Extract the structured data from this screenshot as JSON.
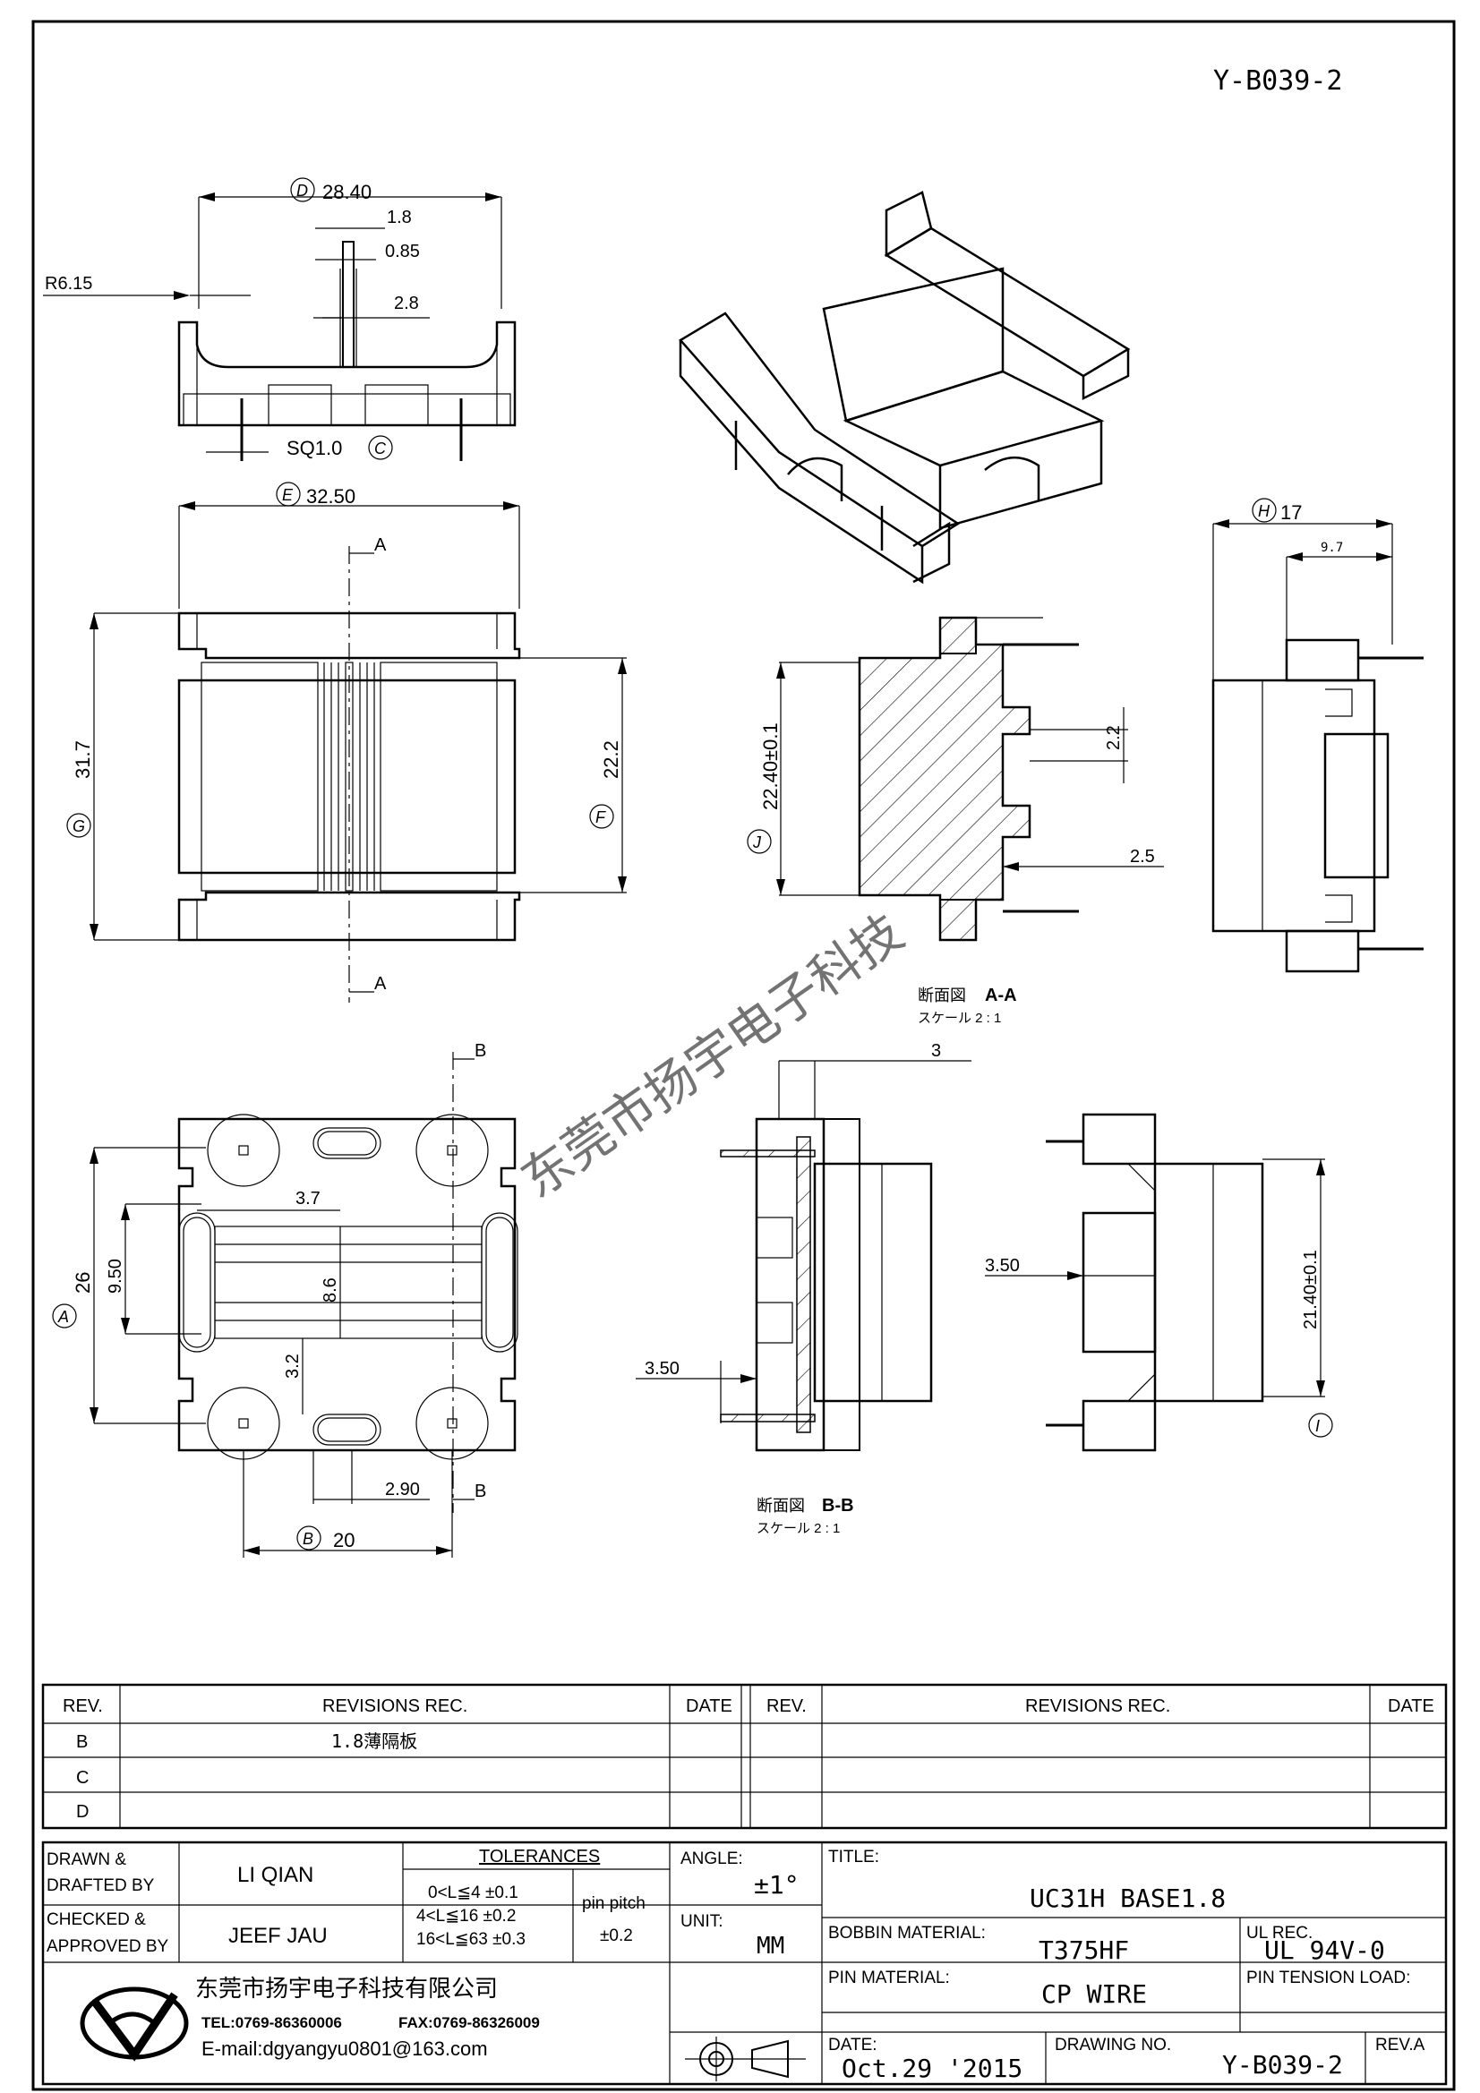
{
  "drawing_code": "Y-B039-2",
  "watermark": "东莞市扬宇电子科技",
  "views": {
    "top_view": {
      "dim_d_label": "D",
      "dim_d_value": "28.40",
      "dim_18": "1.8",
      "dim_085": "0.85",
      "dim_28": "2.8",
      "radius": "R6.15",
      "pin_sq_text": "SQ1.0",
      "pin_sq_label": "C"
    },
    "front_view": {
      "dim_e_label": "E",
      "dim_e_value": "32.50",
      "section_a_top": "A",
      "section_a_bottom": "A",
      "dim_g_label": "G",
      "dim_317": "31.7",
      "dim_f_label": "F",
      "dim_222": "22.2"
    },
    "side_view": {
      "dim_h_label": "H",
      "dim_h_value": "17",
      "dim_97": "9.7"
    },
    "section_aa": {
      "dim_j_label": "J",
      "dim_2240": "22.40±0.1",
      "dim_22": "2.2",
      "dim_25": "2.5",
      "caption": "断面図",
      "caption_id": "A-A",
      "scale": "スケール 2 : 1"
    },
    "bottom_view": {
      "section_b_top": "B",
      "section_b_bottom": "B",
      "dim_a_label": "A",
      "dim_26": "26",
      "dim_950": "9.50",
      "dim_37": "3.7",
      "dim_86": "8.6",
      "dim_32": "3.2",
      "dim_290": "2.90",
      "dim_b_label": "B",
      "dim_20": "20"
    },
    "section_bb": {
      "dim_3": "3",
      "dim_350": "3.50",
      "caption": "断面図",
      "caption_id": "B-B",
      "scale": "スケール 2 : 1"
    },
    "right_view": {
      "dim_350": "3.50",
      "dim_2140": "21.40±0.1",
      "dim_i_label": "I"
    }
  },
  "revisions": {
    "headers": {
      "rev": "REV.",
      "rec": "REVISIONS   REC.",
      "date": "DATE"
    },
    "rows": [
      {
        "rev": "B",
        "rec": "1.8薄隔板",
        "date": ""
      },
      {
        "rev": "C",
        "rec": "",
        "date": ""
      },
      {
        "rev": "D",
        "rec": "",
        "date": ""
      }
    ]
  },
  "title_block": {
    "drawn_label_1": "DRAWN &",
    "drawn_label_2": "DRAFTED BY",
    "drawn_by": "LI QIAN",
    "checked_label_1": "CHECKED &",
    "checked_label_2": "APPROVED BY",
    "checked_by": "JEEF JAU",
    "tolerances_header": "TOLERANCES",
    "tol_1": "0<L≦4   ±0.1",
    "tol_2": "4<L≦16  ±0.2",
    "tol_3": "16<L≦63 ±0.3",
    "pin_pitch_label": "pin pitch",
    "pin_pitch_value": "±0.2",
    "angle_label": "ANGLE:",
    "angle_value": "±1°",
    "unit_label": "UNIT:",
    "unit_value": "MM",
    "title_label": "TITLE:",
    "title_value": "UC31H BASE1.8",
    "bobbin_label": "BOBBIN MATERIAL:",
    "bobbin_value": "T375HF",
    "ul_label": "UL REC.",
    "ul_value": "UL 94V-0",
    "pin_material_label": "PIN MATERIAL:",
    "pin_material_value": "CP WIRE",
    "pin_tension_label": "PIN TENSION LOAD:",
    "company": "东莞市扬宇电子科技有限公司",
    "tel": "TEL:0769-86360006",
    "fax": "FAX:0769-86326009",
    "email": "E-mail:dgyangyu0801@163.com",
    "date_label": "DATE:",
    "date_value": "Oct.29 '2015",
    "drawing_no_label": "DRAWING NO.",
    "drawing_no_value": "Y-B039-2",
    "rev_label": "REV.A"
  }
}
